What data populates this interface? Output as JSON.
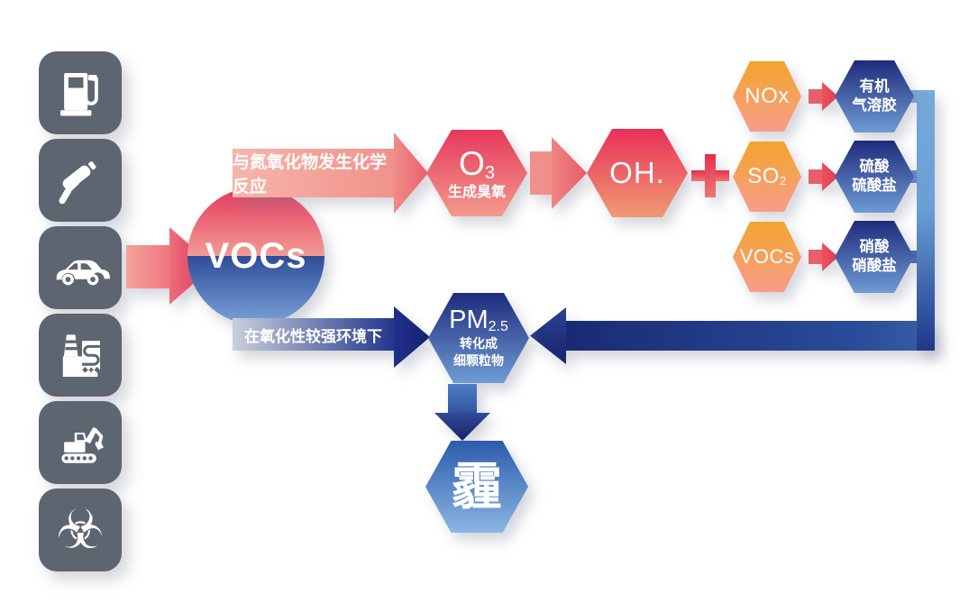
{
  "palette": {
    "background": "#ffffff",
    "icon_tile_gray": "#5d6570",
    "crimson": "#e6315c",
    "salmon": "#f2988f",
    "orange": "#f3a42c",
    "navy": "#1c2b77",
    "royal_blue": "#2e4d9a",
    "light_blue": "#74a7db",
    "sky_blue": "#8cb6e4"
  },
  "sources": {
    "icons": [
      {
        "name": "fuel-pump"
      },
      {
        "name": "paint-roller"
      },
      {
        "name": "car"
      },
      {
        "name": "factory"
      },
      {
        "name": "excavator"
      },
      {
        "name": "biohazard"
      }
    ],
    "biohazard_glyph": "☣"
  },
  "vocs": {
    "label": "VOCs"
  },
  "ozone_path": {
    "reaction_arrow_label": "与氮氧化物发生化学反应",
    "o3": {
      "formula": "O",
      "subscript": "3",
      "caption": "生成臭氧"
    },
    "oh": {
      "label": "OH."
    },
    "plus_label": "+"
  },
  "secondary_rows": [
    {
      "source": "NOx",
      "source_sub": "",
      "product_line1": "有机",
      "product_line2": "气溶胶"
    },
    {
      "source": "SO",
      "source_sub": "2",
      "product_line1": "硫酸",
      "product_line2": "硫酸盐"
    },
    {
      "source": "VOCs",
      "source_sub": "",
      "product_line1": "硝酸",
      "product_line2": "硝酸盐"
    }
  ],
  "pm_path": {
    "oxidation_arrow_label": "在氧化性较强环境下",
    "pm": {
      "formula": "PM",
      "subscript": "2.5",
      "caption_line1": "转化成",
      "caption_line2": "细颗粒物"
    },
    "haze": {
      "label": "霾"
    }
  }
}
